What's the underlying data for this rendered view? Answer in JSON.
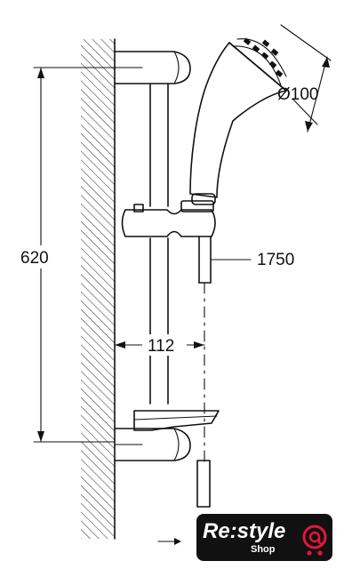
{
  "dimensions": {
    "diameter_label": "Ø100",
    "height_label": "620",
    "hose_label": "1750",
    "spacing_label": "112"
  },
  "logo": {
    "name": "Re:style",
    "sub": "Shop",
    "icon": "shopping-cart-at-icon",
    "colors": {
      "background": "#111111",
      "text": "#ffffff",
      "accent": "#e0173a"
    }
  }
}
